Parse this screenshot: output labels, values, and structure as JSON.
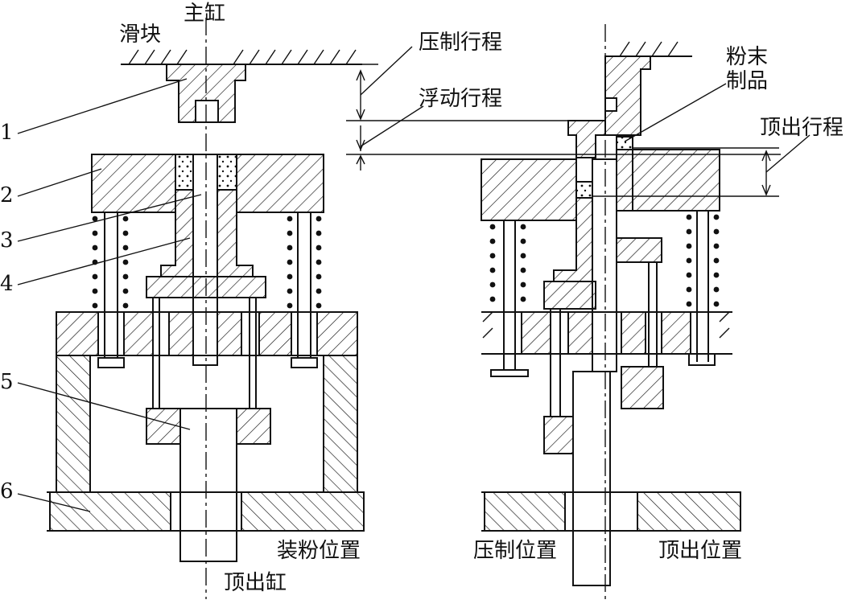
{
  "labels": {
    "slider": "滑块",
    "main_cylinder": "主缸",
    "press_stroke": "压制行程",
    "float_stroke": "浮动行程",
    "powder_product_1": "粉末",
    "powder_product_2": "制品",
    "eject_stroke": "顶出行程",
    "pos_fill": "装粉位置",
    "pos_press": "压制位置",
    "pos_eject": "顶出位置",
    "eject_cylinder": "顶出缸"
  },
  "part_numbers": [
    "1",
    "2",
    "3",
    "4",
    "5",
    "6"
  ],
  "colors": {
    "line": "#111111",
    "background": "#ffffff"
  }
}
